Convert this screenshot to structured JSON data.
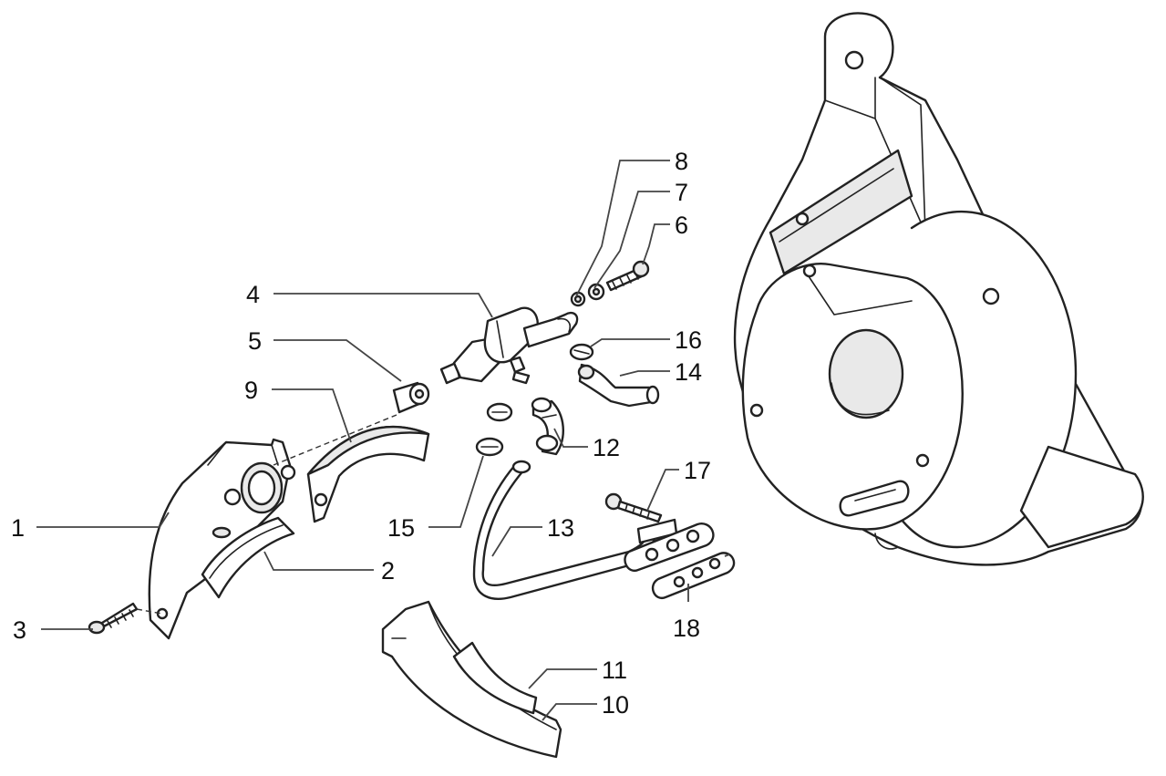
{
  "labels": {
    "n1": "1",
    "n2": "2",
    "n3": "3",
    "n4": "4",
    "n5": "5",
    "n6": "6",
    "n7": "7",
    "n8": "8",
    "n9": "9",
    "n10": "10",
    "n11": "11",
    "n12": "12",
    "n13": "13",
    "n14": "14",
    "n15": "15",
    "n16": "16",
    "n17": "17",
    "n18": "18"
  }
}
